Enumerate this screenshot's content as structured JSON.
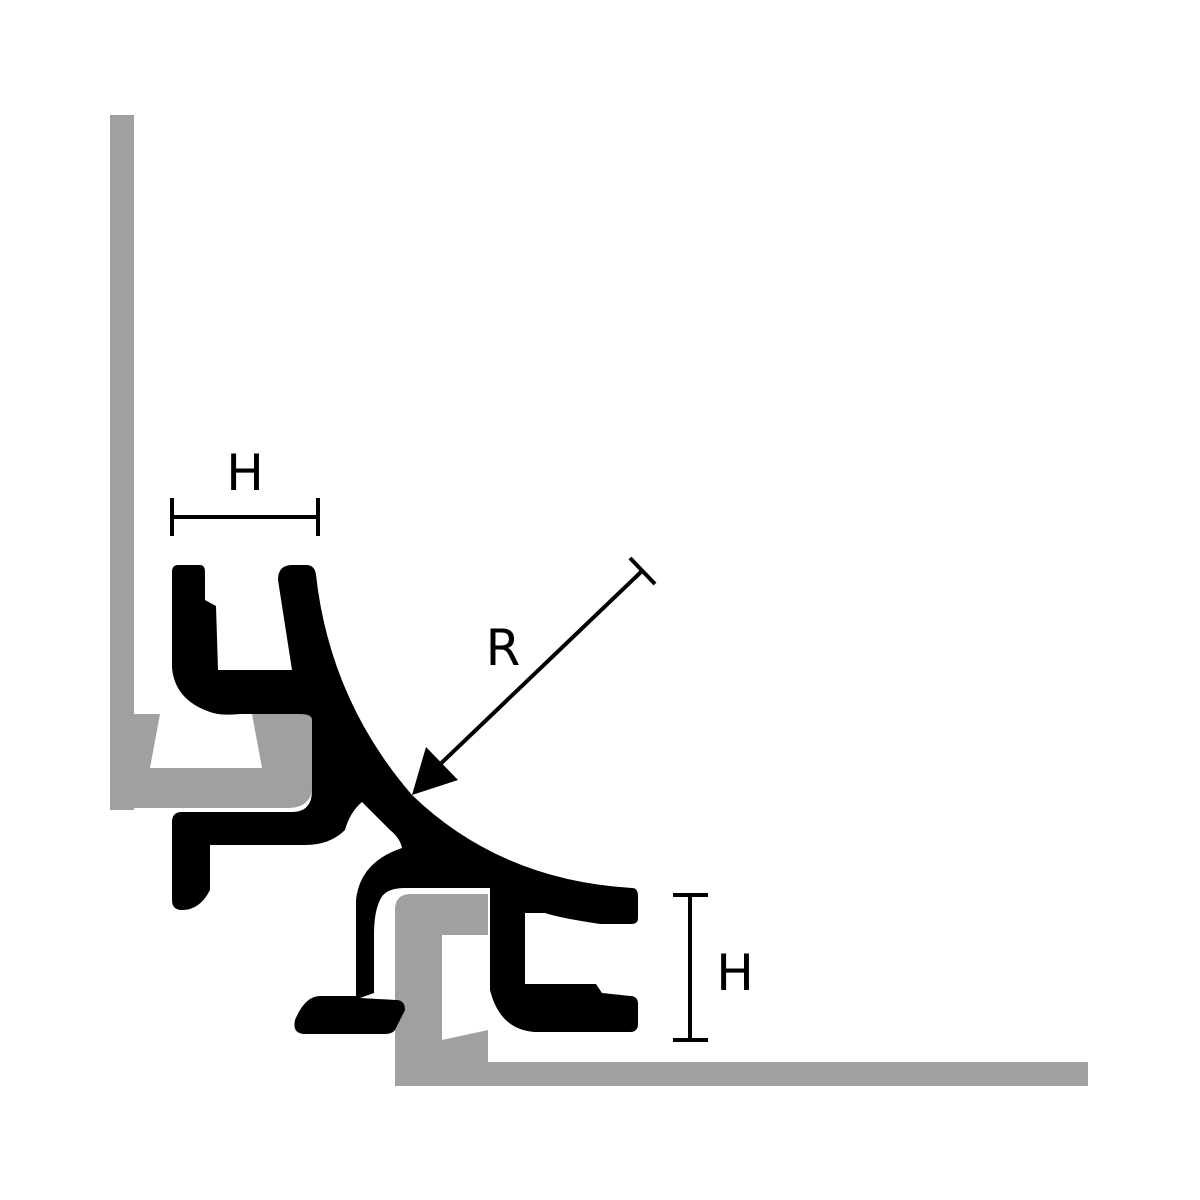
{
  "labels": {
    "height_top": "H",
    "radius": "R",
    "height_right": "H"
  },
  "colors": {
    "profile": "#000000",
    "substrate": "#a0a0a0",
    "background": "#ffffff",
    "dimension_line": "#000000"
  }
}
